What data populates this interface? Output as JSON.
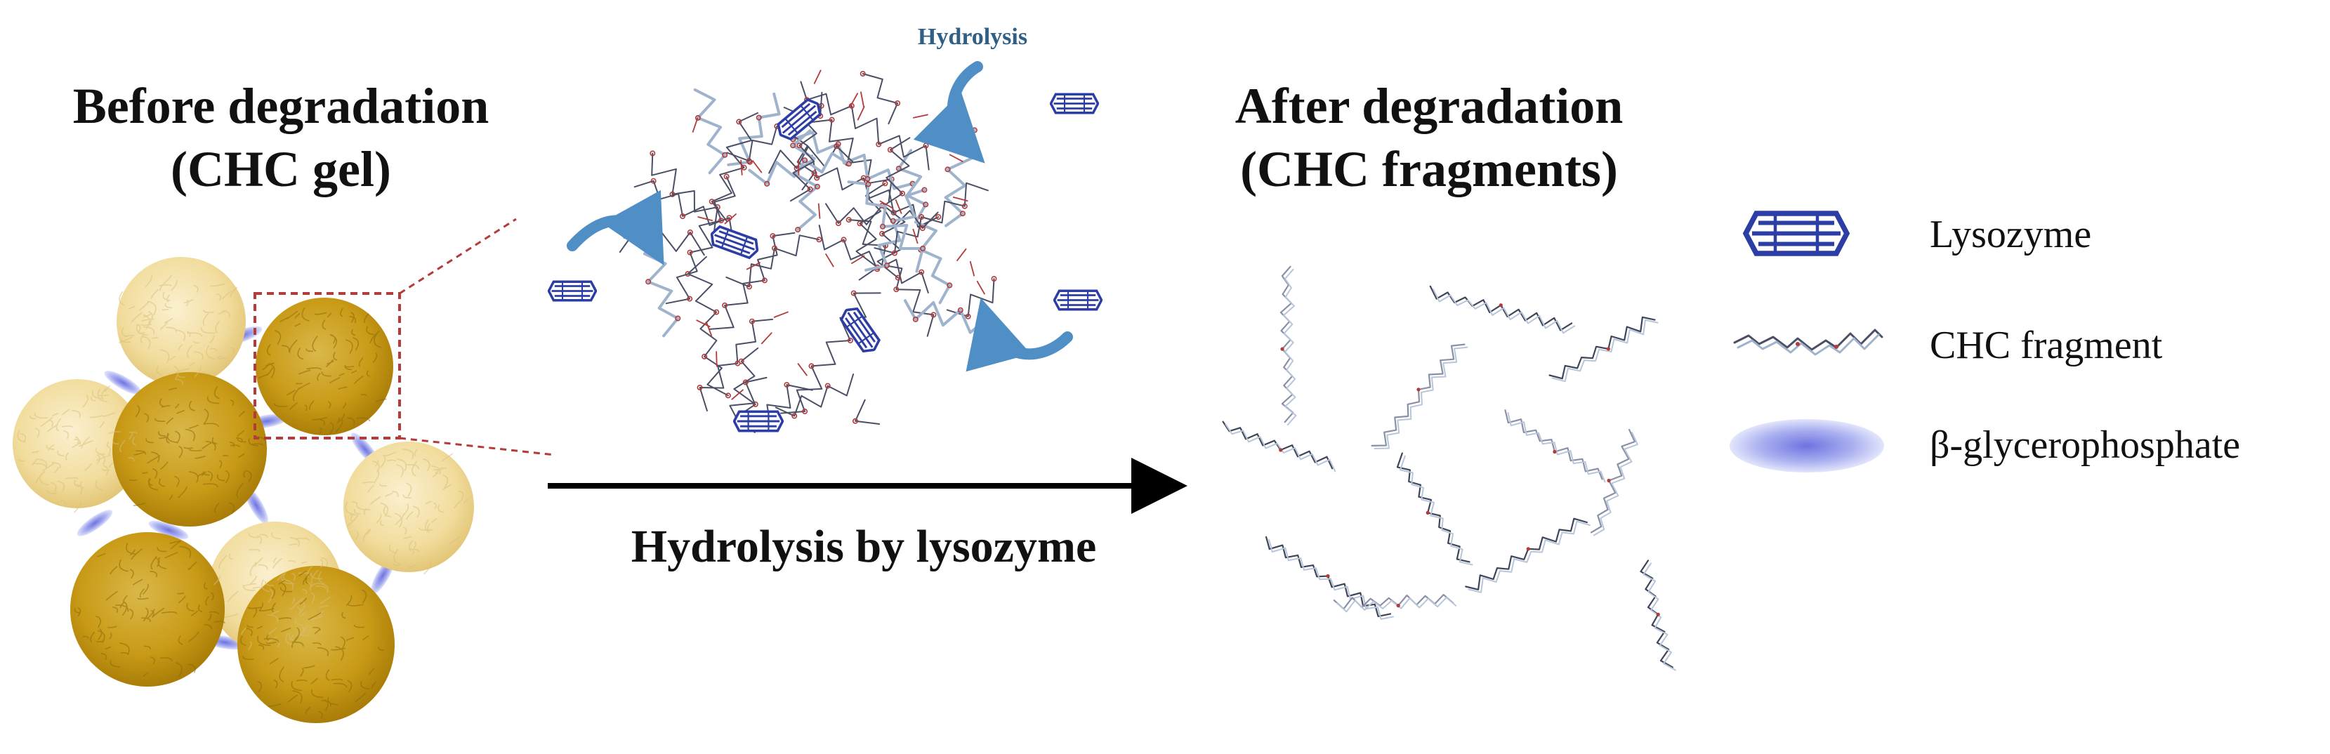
{
  "titles": {
    "before_line1": "Before degradation",
    "before_line2": "(CHC gel)",
    "after_line1": "After degradation",
    "after_line2": "(CHC fragments)"
  },
  "arrow": {
    "label": "Hydrolysis by lysozyme"
  },
  "network": {
    "label": "Hydrolysis"
  },
  "legend": {
    "items": [
      {
        "icon": "lysozyme-icon",
        "label": "Lysozyme"
      },
      {
        "icon": "chc-fragment-icon",
        "label": "CHC fragment"
      },
      {
        "icon": "glycerophosphate-icon",
        "label": "β-glycerophosphate"
      }
    ]
  },
  "colors": {
    "gel_dark": "#d4aa1e",
    "gel_light": "#f2dc9c",
    "lysozyme": "#2c3ea6",
    "glycerophosphate": "#8a8ee6",
    "hydrolysis_arrow": "#4f8fc6",
    "zoom_dash": "#b53a3a",
    "chain": "#4a4f66",
    "chain_light": "#9fb4cc",
    "crosslink": "#b23a3a"
  }
}
